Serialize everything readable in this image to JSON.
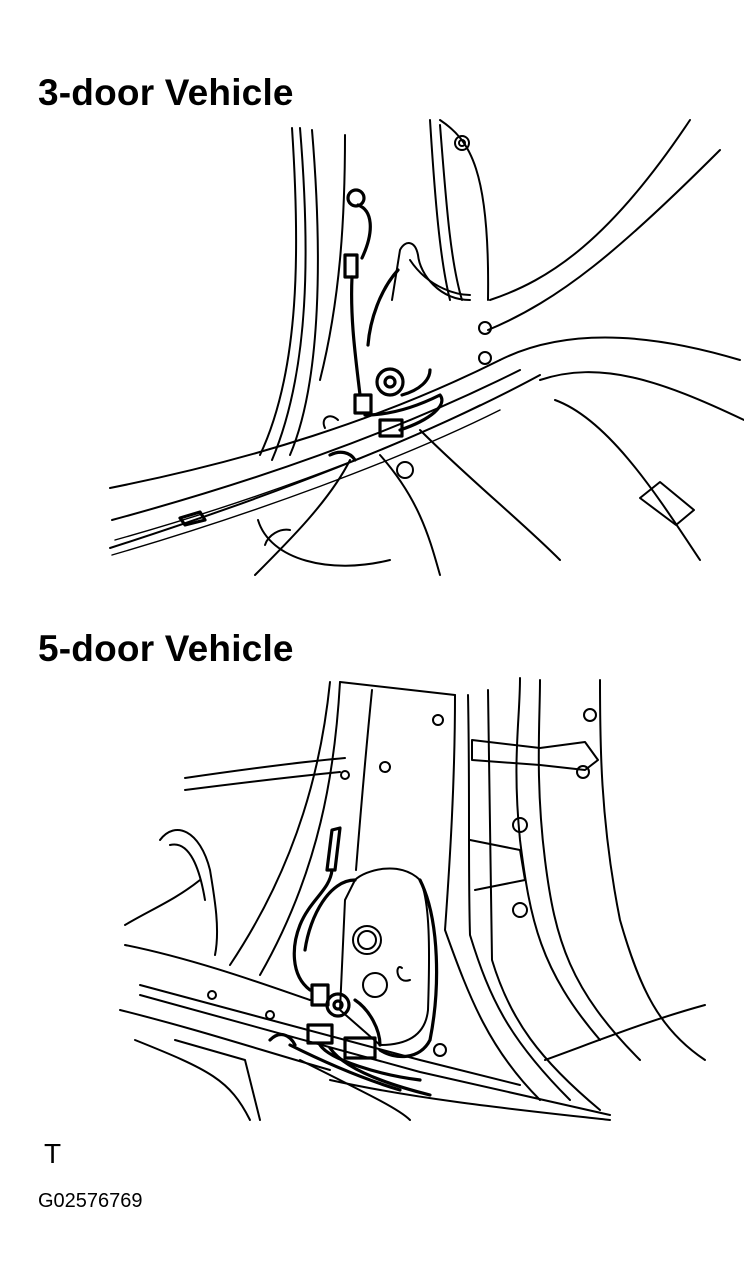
{
  "sections": [
    {
      "title": "3-door Vehicle",
      "illustration_icon": "door-pillar-harness-illustration"
    },
    {
      "title": "5-door Vehicle",
      "illustration_icon": "door-pillar-harness-illustration"
    }
  ],
  "footer": {
    "marker": "T",
    "figure_code": "G02576769"
  }
}
